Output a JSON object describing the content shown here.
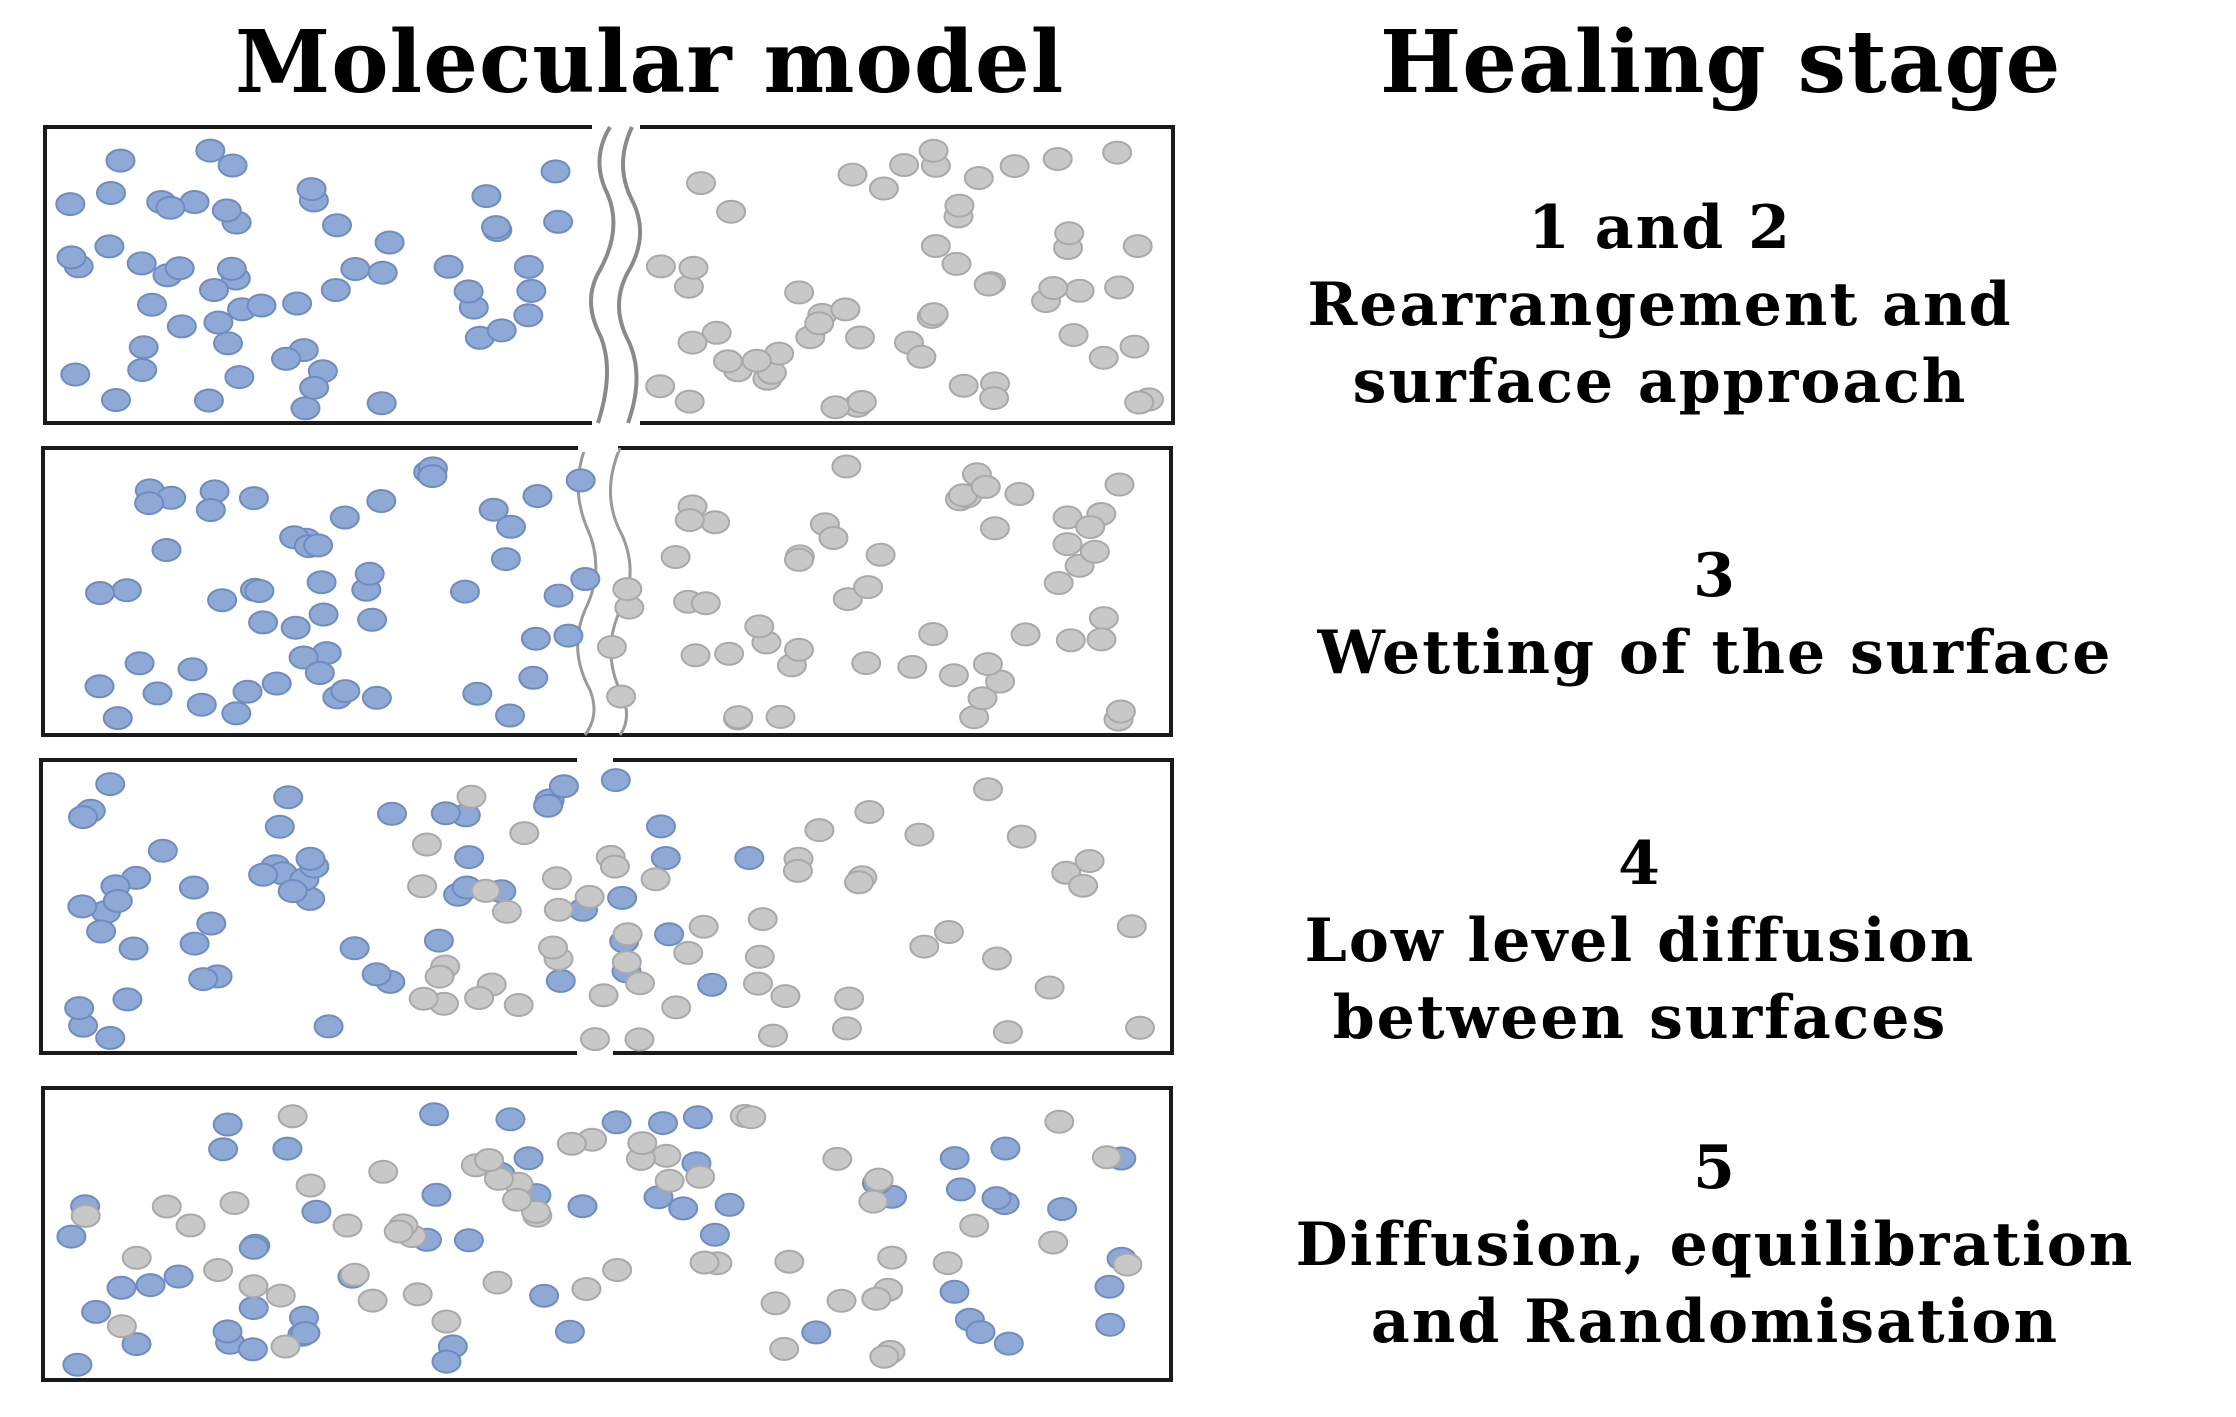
{
  "headers": {
    "molecular_model": "Molecular model",
    "healing_stage": "Healing stage"
  },
  "stages": [
    {
      "number": "1 and 2",
      "lines": [
        "Rearrangement and",
        "surface approach"
      ]
    },
    {
      "number": "3",
      "lines": [
        "Wetting of the surface"
      ]
    },
    {
      "number": "4",
      "lines": [
        "Low level diffusion",
        "between surfaces"
      ]
    },
    {
      "number": "5",
      "lines": [
        "Diffusion, equilibration",
        "and Randomisation"
      ]
    }
  ],
  "colors": {
    "left_molecule": "#8fa9d6",
    "left_molecule_stroke": "#6f8cc2",
    "right_molecule": "#c8c8c8",
    "right_molecule_stroke": "#a9a9a9",
    "frame": "#1a1a1a",
    "crack": "#8a8a8a"
  }
}
